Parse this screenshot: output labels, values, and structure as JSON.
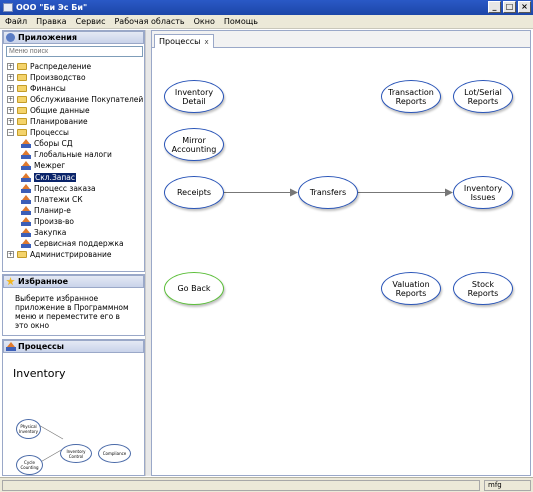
{
  "window": {
    "title": "ООО \"Би Эс Би\""
  },
  "menu": [
    "Файл",
    "Правка",
    "Сервис",
    "Рабочая область",
    "Окно",
    "Помощь"
  ],
  "applications": {
    "header": "Приложения",
    "search_placeholder": "Меню поиск",
    "tree": [
      {
        "label": "Распределение",
        "type": "folder"
      },
      {
        "label": "Производство",
        "type": "folder"
      },
      {
        "label": "Финансы",
        "type": "folder"
      },
      {
        "label": "Обслуживание Покупателей",
        "type": "folder"
      },
      {
        "label": "Общие данные",
        "type": "folder"
      },
      {
        "label": "Планирование",
        "type": "folder"
      },
      {
        "label": "Процессы",
        "type": "folder-open"
      },
      {
        "label": "Сборы СД",
        "type": "process"
      },
      {
        "label": "Глобальные налоги",
        "type": "process"
      },
      {
        "label": "Межрег",
        "type": "process"
      },
      {
        "label": "Скл.Запас",
        "type": "process",
        "selected": true
      },
      {
        "label": "Процесс заказа",
        "type": "process"
      },
      {
        "label": "Платежи СК",
        "type": "process"
      },
      {
        "label": "Планир-е",
        "type": "process"
      },
      {
        "label": "Произв-во",
        "type": "process"
      },
      {
        "label": "Закупка",
        "type": "process"
      },
      {
        "label": "Сервисная поддержка",
        "type": "process"
      },
      {
        "label": "Администрирование",
        "type": "folder"
      }
    ]
  },
  "favorites": {
    "header": "Избранное",
    "text": "Выберите избранное приложение в Программном меню и переместите его в это окно"
  },
  "processes_panel": {
    "header": "Процессы",
    "title": "Inventory",
    "mini_nodes": [
      {
        "label": "Physical Inventory"
      },
      {
        "label": "Inventory Control"
      },
      {
        "label": "Compliance"
      },
      {
        "label": "Cycle Counting"
      }
    ]
  },
  "tab": {
    "label": "Процессы",
    "close": "x"
  },
  "diagram": {
    "nodes": [
      {
        "id": "inventory-detail",
        "label": "Inventory Detail",
        "color": "blue"
      },
      {
        "id": "transaction-reports",
        "label": "Transaction Reports",
        "color": "blue"
      },
      {
        "id": "lot-serial-reports",
        "label": "Lot/Serial Reports",
        "color": "blue"
      },
      {
        "id": "mirror-accounting",
        "label": "Mirror Accounting",
        "color": "blue"
      },
      {
        "id": "receipts",
        "label": "Receipts",
        "color": "blue"
      },
      {
        "id": "transfers",
        "label": "Transfers",
        "color": "blue"
      },
      {
        "id": "inventory-issues",
        "label": "Inventory Issues",
        "color": "blue"
      },
      {
        "id": "go-back",
        "label": "Go Back",
        "color": "green"
      },
      {
        "id": "valuation-reports",
        "label": "Valuation Reports",
        "color": "blue"
      },
      {
        "id": "stock-reports",
        "label": "Stock Reports",
        "color": "blue"
      }
    ]
  },
  "status": {
    "user": "mfg"
  },
  "colors": {
    "node_border": "#2a55b8",
    "node_fill": "#ffffff",
    "go_back_border": "#5cbf3a",
    "arrow": "#777777",
    "title_bar": "#2a59c6"
  }
}
